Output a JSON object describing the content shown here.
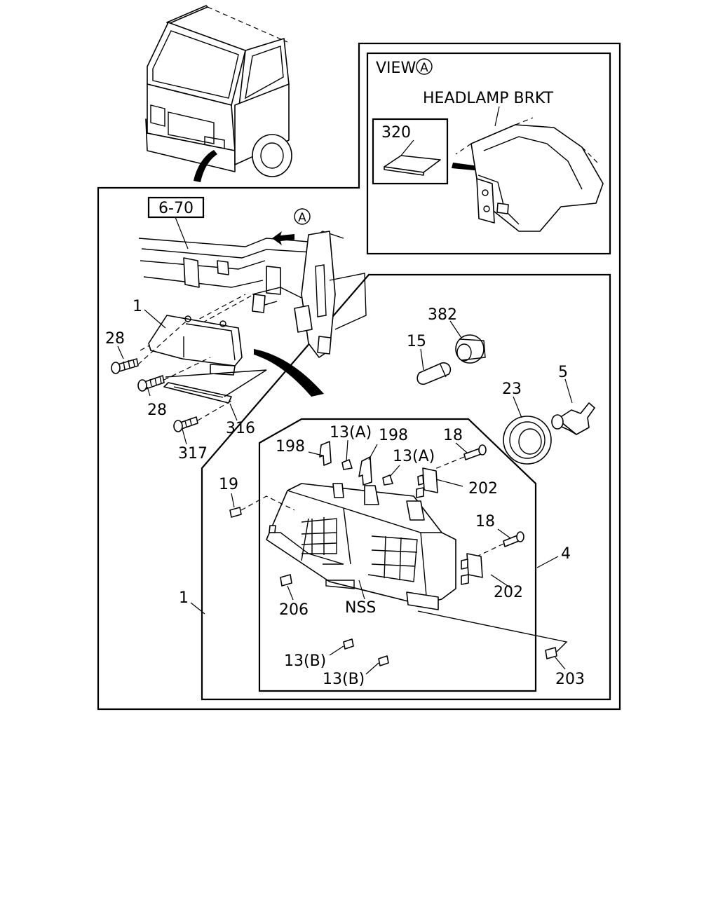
{
  "view_box": {
    "title": "VIEW",
    "marker": "A",
    "bracket_label": "HEADLAMP BRKT",
    "part_320": "320"
  },
  "main": {
    "ref_box": "6-70",
    "view_marker": "A"
  },
  "callouts": {
    "p1_upper": "1",
    "p28_a": "28",
    "p28_b": "28",
    "p316": "316",
    "p317": "317",
    "p382": "382",
    "p15": "15",
    "p23": "23",
    "p5": "5",
    "p198_left": "198",
    "p13a_top": "13(A)",
    "p198_right": "198",
    "p13a_right": "13(A)",
    "p18_top": "18",
    "p202_top": "202",
    "p19": "19",
    "p18_lower": "18",
    "p4": "4",
    "p1_lower": "1",
    "p202_lower": "202",
    "p206": "206",
    "nss": "NSS",
    "p13b_a": "13(B)",
    "p13b_b": "13(B)",
    "p203": "203"
  }
}
